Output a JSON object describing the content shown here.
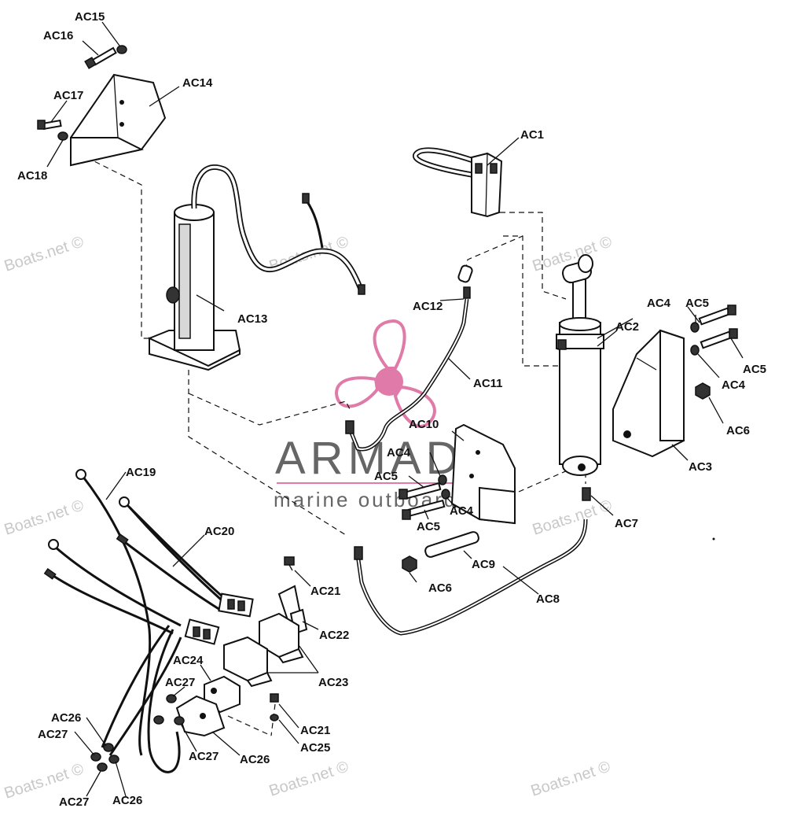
{
  "watermarks": {
    "boats_left": "Boats.net ©",
    "boats_mid": "Boats.net ©",
    "boats_right_top": "Boats.net ©",
    "boats_bottom_left": "Boats.net ©",
    "boats_bottom_mid": "Boats.net ©",
    "boats_bottom_right": "Boats.net ©",
    "boats_center_low": "Boats.net ©",
    "boats_right_mid": "Boats.net ©"
  },
  "brand": {
    "name": "ARMADA",
    "tagline": "marine outboards",
    "logo_color": "#e07aa8",
    "text_color": "#666666"
  },
  "labels": {
    "ac1": "AC1",
    "ac2": "AC2",
    "ac3": "AC3",
    "ac4_a": "AC4",
    "ac4_b": "AC4",
    "ac4_c": "AC4",
    "ac4_d": "AC4",
    "ac5_a": "AC5",
    "ac5_b": "AC5",
    "ac5_c": "AC5",
    "ac5_d": "AC5",
    "ac6_a": "AC6",
    "ac6_b": "AC6",
    "ac7": "AC7",
    "ac8": "AC8",
    "ac9": "AC9",
    "ac10": "AC10",
    "ac11": "AC11",
    "ac12": "AC12",
    "ac13": "AC13",
    "ac14": "AC14",
    "ac15": "AC15",
    "ac16": "AC16",
    "ac17": "AC17",
    "ac18": "AC18",
    "ac19": "AC19",
    "ac20": "AC20",
    "ac21_a": "AC21",
    "ac21_b": "AC21",
    "ac22": "AC22",
    "ac23": "AC23",
    "ac24": "AC24",
    "ac25": "AC25",
    "ac26_a": "AC26",
    "ac26_b": "AC26",
    "ac26_c": "AC26",
    "ac27_a": "AC27",
    "ac27_b": "AC27",
    "ac27_c": "AC27",
    "ac27_d": "AC27"
  }
}
